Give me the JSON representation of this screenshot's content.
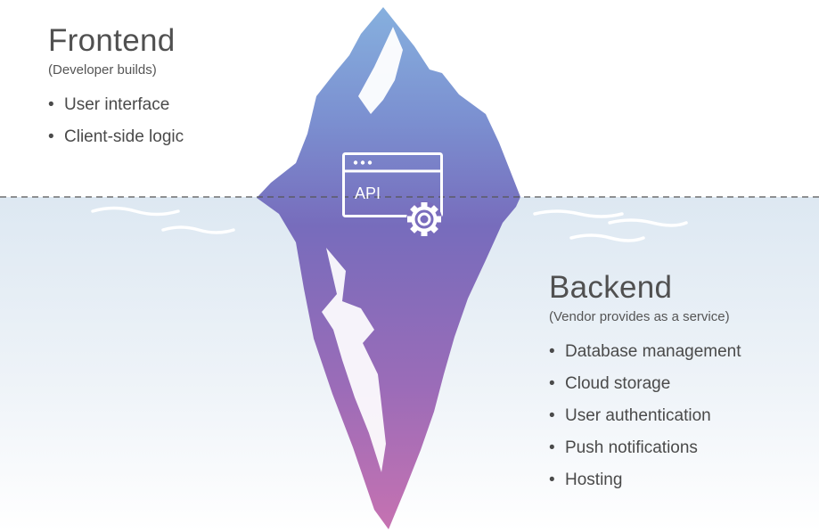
{
  "frontend": {
    "title": "Frontend",
    "subtitle": "(Developer builds)",
    "items": [
      {
        "label": "User interface"
      },
      {
        "label": "Client-side logic"
      }
    ]
  },
  "backend": {
    "title": "Backend",
    "subtitle": "(Vendor provides as a service)",
    "items": [
      {
        "label": "Database management"
      },
      {
        "label": "Cloud storage"
      },
      {
        "label": "User authentication"
      },
      {
        "label": "Push notifications"
      },
      {
        "label": "Hosting"
      }
    ]
  },
  "api": {
    "label": "API",
    "icon": "gear-icon"
  },
  "bullet_char": "•",
  "colors": {
    "water_top": "#dfe9f3",
    "water_bottom": "#ffffff",
    "iceberg_top": "#7ea6d6",
    "iceberg_mid": "#7b6fbd",
    "iceberg_bottom": "#c06fb0",
    "text": "#4a4a4a"
  }
}
